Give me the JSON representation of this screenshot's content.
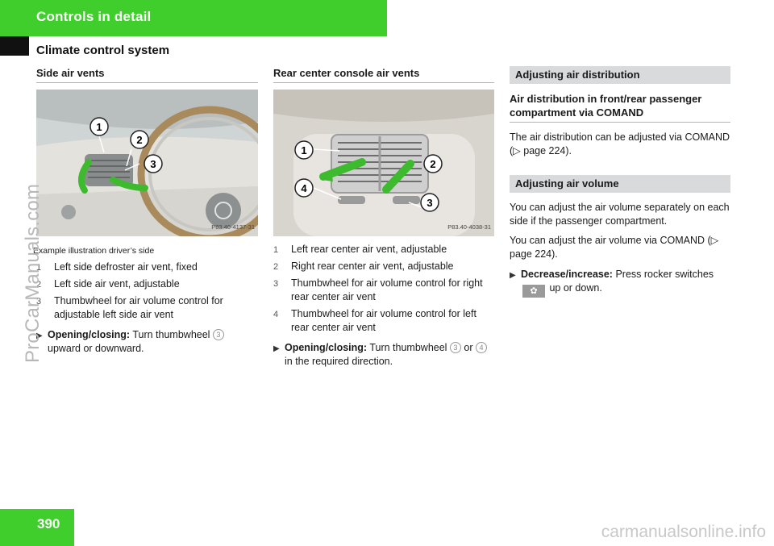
{
  "header": {
    "section": "Controls in detail",
    "subsection": "Climate control system"
  },
  "col1": {
    "heading": "Side air vents",
    "photo_code": "P83.40-4137-31",
    "callouts": [
      "1",
      "2",
      "3"
    ],
    "caption": "Example illustration driver’s side",
    "items": [
      {
        "num": "1",
        "text": "Left side defroster air vent, fixed"
      },
      {
        "num": "2",
        "text": "Left side air vent, adjustable"
      },
      {
        "num": "3",
        "text": "Thumbwheel for air volume control for adjustable left side air vent"
      }
    ],
    "instruction": {
      "bold": "Opening/closing:",
      "text": " Turn thumbwheel ",
      "ref": "3",
      "text2": " upward or downward."
    }
  },
  "col2": {
    "heading": "Rear center console air vents",
    "photo_code": "P83.40-4038-31",
    "callouts": [
      "1",
      "2",
      "3",
      "4"
    ],
    "items": [
      {
        "num": "1",
        "text": "Left rear center air vent, adjustable"
      },
      {
        "num": "2",
        "text": "Right rear center air vent, adjustable"
      },
      {
        "num": "3",
        "text": "Thumbwheel for air volume control for right rear center air vent"
      },
      {
        "num": "4",
        "text": "Thumbwheel for air volume control for left rear center air vent"
      }
    ],
    "instruction": {
      "bold": "Opening/closing:",
      "text": " Turn thumbwheel ",
      "ref1": "3",
      "mid": " or ",
      "ref2": "4",
      "text2": " in the required direction."
    }
  },
  "col3": {
    "bar1": "Adjusting air distribution",
    "subhead": "Air distribution in front/rear passenger compartment via COMAND",
    "para1": "The air distribution can be adjusted via COMAND (▷ page 224).",
    "bar2": "Adjusting air volume",
    "para2": "You can adjust the air volume separately on each side if the passenger compartment.",
    "para3": "You can adjust the air volume via COMAND (▷ page 224).",
    "instruction": {
      "bold": "Decrease/increase:",
      "text": " Press rocker switches ",
      "text2": " up or down."
    }
  },
  "footer": {
    "page_number": "390",
    "watermark_left": "ProCarManuals.com",
    "watermark_bottom": "carmanualsonline.info"
  },
  "colors": {
    "accent_green": "#3fce2b",
    "bar_grey": "#d9dadb"
  }
}
